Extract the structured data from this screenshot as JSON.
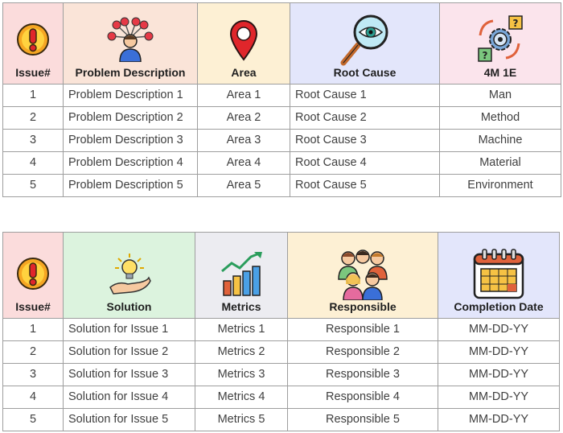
{
  "colors": {
    "issue_header": "#fbdcdc",
    "problem_header": "#fae4d8",
    "area_header": "#fdf0d4",
    "rootcause_header": "#e3e6fb",
    "fourm_header": "#fbe4ec",
    "solution_header": "#dcf3de",
    "metrics_header": "#ececf1",
    "responsible_header": "#fdf0d4",
    "completion_header": "#e3e6fb",
    "border": "#9e9e9e"
  },
  "icons": {
    "issue": "exclamation-icon",
    "problem": "person-with-problems-icon",
    "area": "location-pin-icon",
    "rootcause": "magnifier-eye-icon",
    "fourm": "gear-cycle-question-icon",
    "solution": "lightbulb-hand-icon",
    "metrics": "bar-chart-growth-icon",
    "responsible": "team-people-icon",
    "completion": "calendar-icon"
  },
  "table1": {
    "headers": {
      "issue": "Issue#",
      "problem": "Problem Description",
      "area": "Area",
      "rootcause": "Root Cause",
      "fourm": "4M 1E"
    },
    "rows": [
      {
        "issue": "1",
        "problem": "Problem Description 1",
        "area": "Area 1",
        "rootcause": "Root Cause 1",
        "fourm": "Man"
      },
      {
        "issue": "2",
        "problem": "Problem Description 2",
        "area": "Area 2",
        "rootcause": "Root Cause 2",
        "fourm": "Method"
      },
      {
        "issue": "3",
        "problem": "Problem Description 3",
        "area": "Area 3",
        "rootcause": "Root Cause 3",
        "fourm": "Machine"
      },
      {
        "issue": "4",
        "problem": "Problem Description 4",
        "area": "Area 4",
        "rootcause": "Root Cause 4",
        "fourm": "Material"
      },
      {
        "issue": "5",
        "problem": "Problem Description 5",
        "area": "Area 5",
        "rootcause": "Root Cause 5",
        "fourm": "Environment"
      }
    ]
  },
  "table2": {
    "headers": {
      "issue": "Issue#",
      "solution": "Solution",
      "metrics": "Metrics",
      "responsible": "Responsible",
      "completion": "Completion Date"
    },
    "rows": [
      {
        "issue": "1",
        "solution": "Solution for Issue 1",
        "metrics": "Metrics 1",
        "responsible": "Responsible 1",
        "completion": "MM-DD-YY"
      },
      {
        "issue": "2",
        "solution": "Solution for Issue 2",
        "metrics": "Metrics 2",
        "responsible": "Responsible 2",
        "completion": "MM-DD-YY"
      },
      {
        "issue": "3",
        "solution": "Solution for Issue 3",
        "metrics": "Metrics 3",
        "responsible": "Responsible 3",
        "completion": "MM-DD-YY"
      },
      {
        "issue": "4",
        "solution": "Solution for Issue 4",
        "metrics": "Metrics 4",
        "responsible": "Responsible 4",
        "completion": "MM-DD-YY"
      },
      {
        "issue": "5",
        "solution": "Solution for Issue 5",
        "metrics": "Metrics 5",
        "responsible": "Responsible 5",
        "completion": "MM-DD-YY"
      }
    ]
  }
}
